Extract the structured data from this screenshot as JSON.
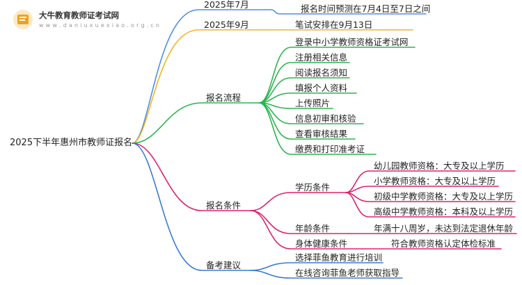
{
  "logo": {
    "title": "大牛教育教师证考试网",
    "url": "w w w . d a n i u x u e x i a o . o r g . c n",
    "badge_color": "#f0a020",
    "icon": "book-icon"
  },
  "root": {
    "label": "2025下半年惠州市教师证报名"
  },
  "branches": {
    "july": {
      "label": "2025年7月",
      "child": "报名时间预测在7月4日至7日之间",
      "color": "#4a90e2"
    },
    "sept": {
      "label": "2025年9月",
      "child": "笔试安排在9月13日",
      "color": "#f0b428"
    },
    "process": {
      "label": "报名流程",
      "color": "#2bb54f",
      "items": [
        "登录中小学教师资格证考试网",
        "注册相关信息",
        "阅读报名须知",
        "填报个人资料",
        "上传照片",
        "信息初审和核验",
        "查看审核结果",
        "缴费和打印准考证"
      ]
    },
    "conditions": {
      "label": "报名条件",
      "color": "#e0206e",
      "education": {
        "label": "学历条件",
        "items": [
          "幼儿园教师资格：大专及以上学历",
          "小学教师资格：大专及以上学历",
          "初级中学教师资格：大专及以上学历",
          "高级中学教师资格：本科及以上学历"
        ]
      },
      "age": {
        "label": "年龄条件",
        "child": "年满十八周岁，未达到法定退休年龄"
      },
      "health": {
        "label": "身体健康条件",
        "child": "符合教师资格认定体检标准"
      }
    },
    "advice": {
      "label": "备考建议",
      "color": "#3a7bd5",
      "items": [
        "选择菲鱼教育进行培训",
        "在线咨询菲鱼老师获取指导"
      ]
    }
  }
}
